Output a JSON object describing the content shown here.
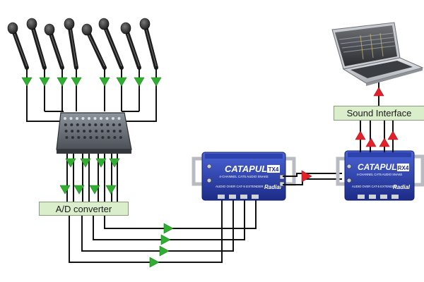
{
  "labels": {
    "ad_converter": "A/D converter",
    "sound_interface": "Sound Interface"
  },
  "devices": {
    "left_unit": {
      "name": "CATAPULT",
      "model": "TX4",
      "subtitle": "4-CHANNEL CAT5 AUDIO SNAKE",
      "footer": "AUDIO OVER CAT-5 EXTENDER",
      "brand": "Radial"
    },
    "right_unit": {
      "name": "CATAPULT",
      "model": "RX4",
      "subtitle": "4-CHANNEL CAT5 AUDIO SNAKE",
      "footer": "AUDIO OVER CAT-5 EXTENDER",
      "brand": "Radial"
    }
  },
  "icons": {
    "microphone": "microphone-icon",
    "mixer": "mixer-icon",
    "laptop": "laptop-icon",
    "arrow_green": "green-arrow-icon",
    "arrow_red": "red-arrow-icon"
  },
  "colors": {
    "green_arrow": "#2fae2f",
    "red_arrow": "#e4202a",
    "device_blue": "#2a3fa8",
    "label_fill": "#dbeecb",
    "line": "#111111"
  }
}
